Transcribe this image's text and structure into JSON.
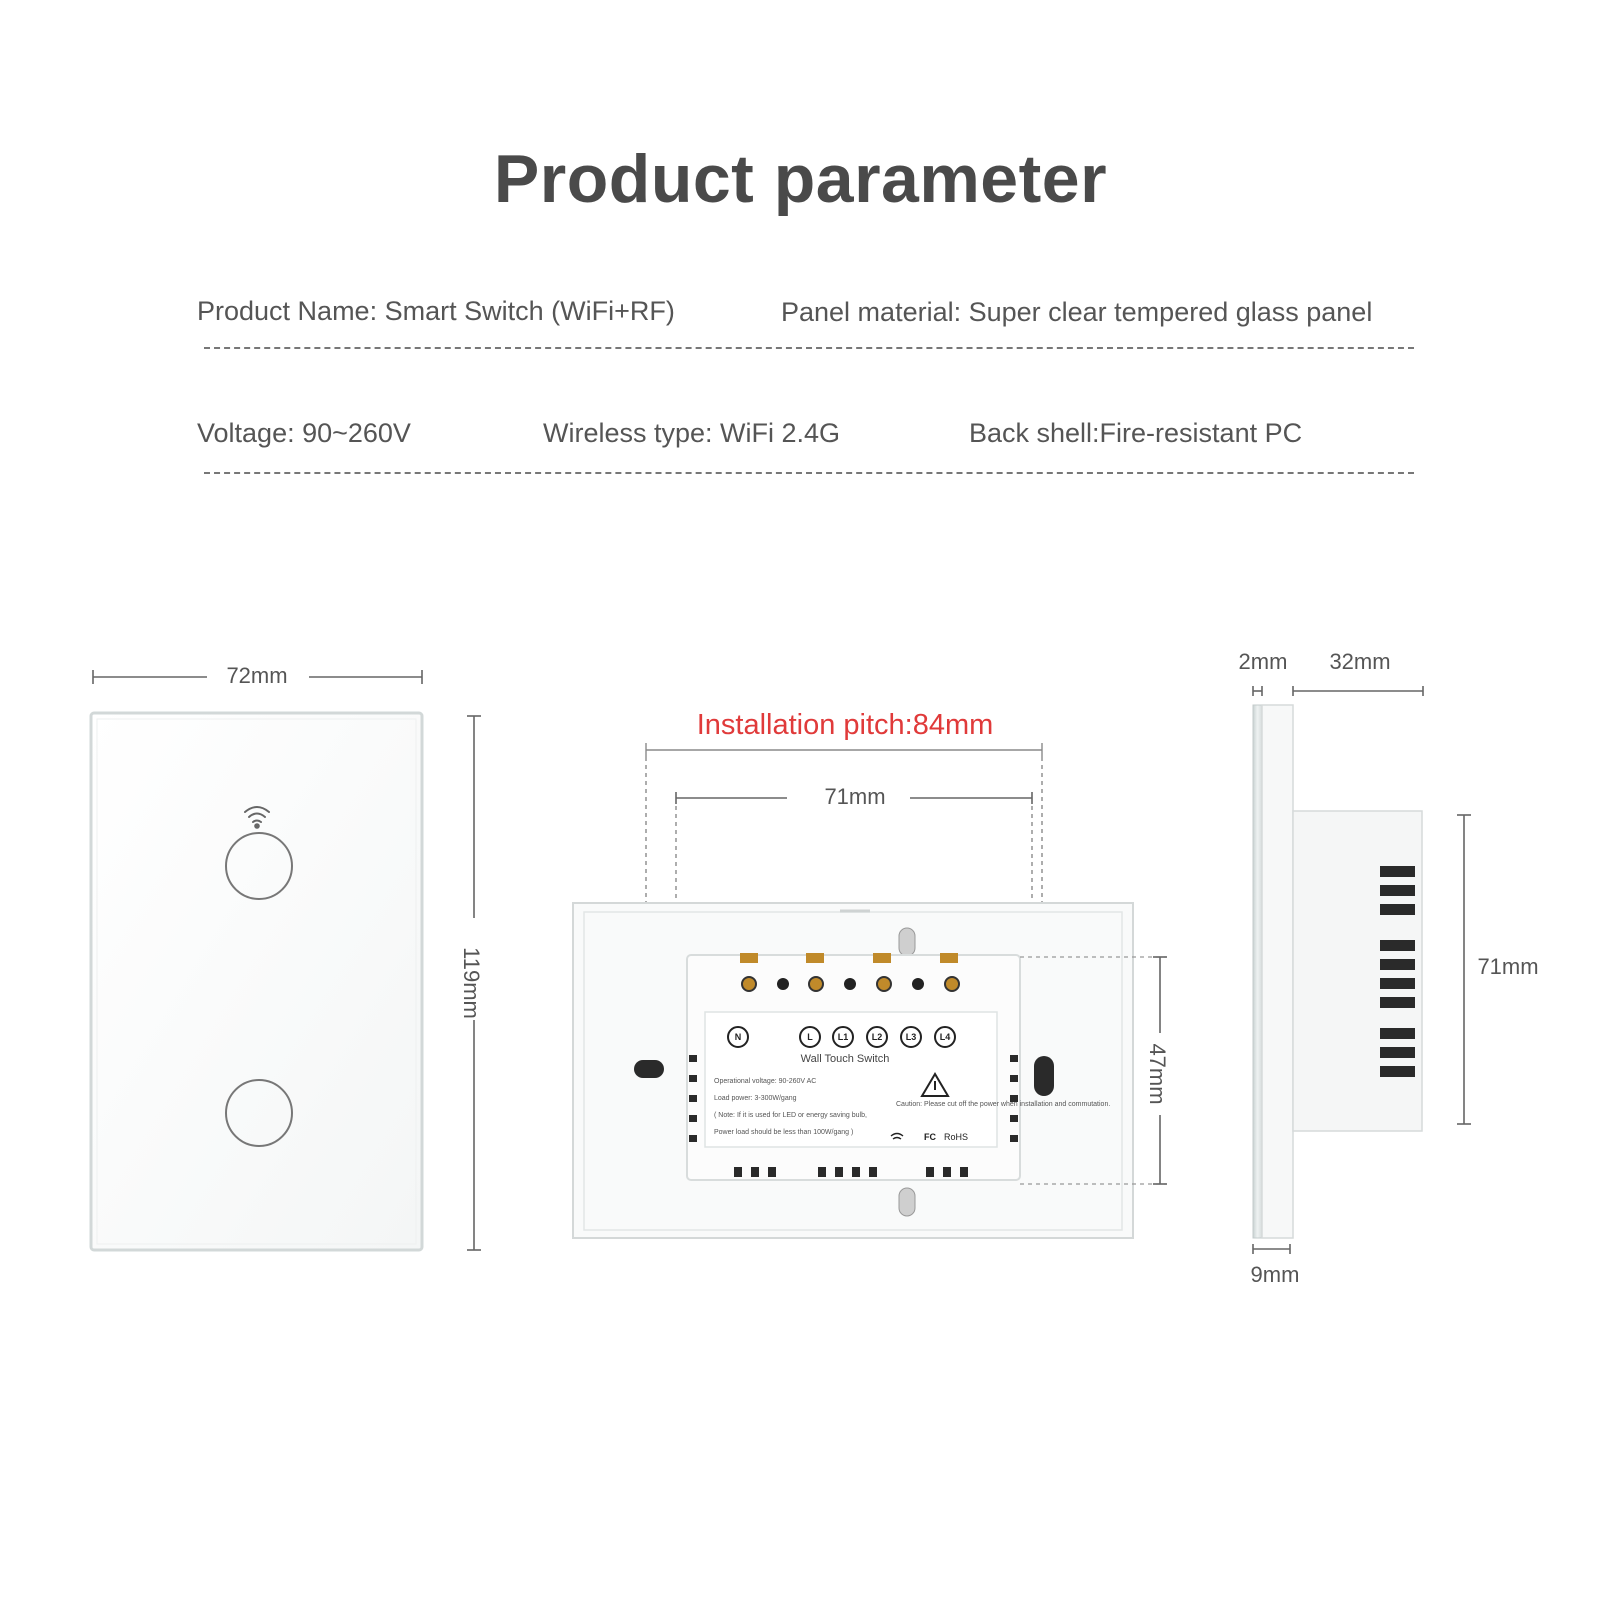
{
  "title": "Product parameter",
  "specs": {
    "product_name": "Product Name: Smart Switch (WiFi+RF)",
    "panel_material": "Panel material: Super clear tempered glass panel",
    "voltage": "Voltage: 90~260V",
    "wireless_type": "Wireless type: WiFi 2.4G",
    "back_shell": "Back shell:Fire-resistant PC"
  },
  "front_view": {
    "width_label": "72mm",
    "height_label": "119mm",
    "button_count": 2,
    "icon": "wifi-icon"
  },
  "back_view": {
    "pitch_label": "Installation pitch:84mm",
    "inner_width_label": "71mm",
    "height_label": "47mm",
    "module_title": "Wall Touch Switch",
    "terminals": [
      "N",
      "L",
      "L1",
      "L2",
      "L3",
      "L4"
    ],
    "spec_lines": [
      "Operational voltage: 90-260V AC",
      "Load power: 3-300W/gang",
      "( Note: If it is used for LED or energy saving bulb,",
      "Power load should be less than 100W/gang )"
    ],
    "caution": "Caution: Please cut off the power when installation and commutation.",
    "marks": [
      "FC",
      "RoHS"
    ]
  },
  "side_view": {
    "glass_label": "2mm",
    "depth_label": "32mm",
    "height_label": "71mm",
    "panel_label": "9mm"
  },
  "colors": {
    "title": "#4a4a4a",
    "text": "#555555",
    "accent_red": "#e03a3a",
    "panel_edge": "#d8dcdc",
    "terminal": "#c08a2a"
  }
}
